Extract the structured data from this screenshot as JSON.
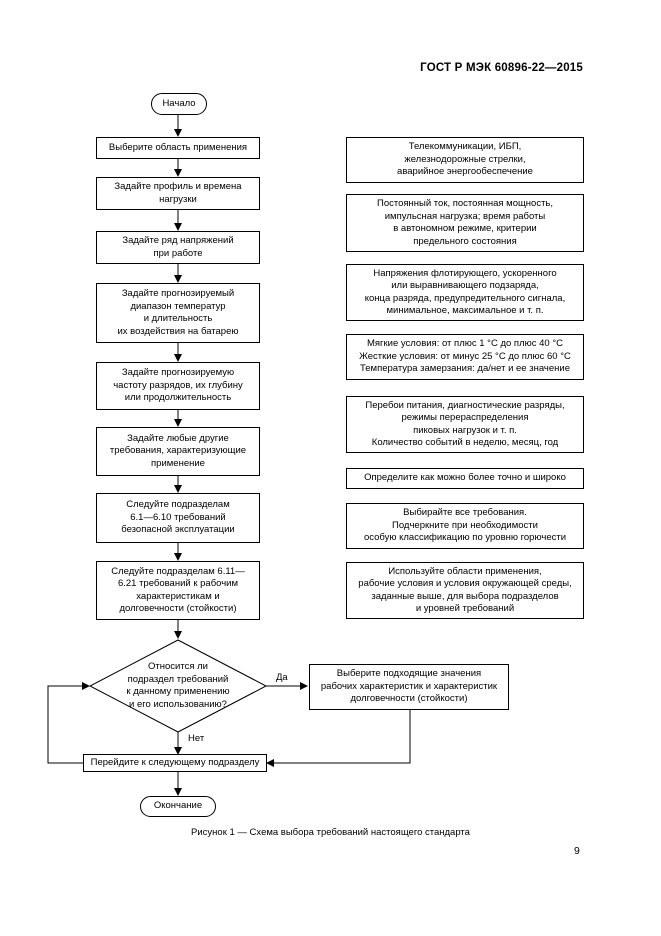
{
  "header": "ГОСТ Р МЭК 60896-22—2015",
  "flow": {
    "start": "Начало",
    "steps": [
      "Выберите область применения",
      "Задайте профиль и времена\nнагрузки",
      "Задайте ряд напряжений\nпри работе",
      "Задайте прогнозируемый\nдиапазон температур\nи длительность\nих воздействия на батарею",
      "Задайте прогнозируемую\nчастоту разрядов, их глубину\nили продолжительность",
      "Задайте любые другие\nтребования, характеризующие\nприменение",
      "Следуйте подразделам\n6.1—6.10 требований\nбезопасной эксплуатации",
      "Следуйте подразделам 6.11—\n6.21 требований к рабочим\nхарактеристикам и\nдолговечности (стойкости)"
    ],
    "decision": "Относится ли\nподраздел требований\nк данному применению\nи его использованию?",
    "yes_label": "Да",
    "no_label": "Нет",
    "yes_action": "Выберите подходящие значения\nрабочих характеристик и характеристик\nдолговечности (стойкости)",
    "next_step": "Перейдите к следующему подразделу",
    "end": "Окончание"
  },
  "notes": [
    "Телекоммуникации, ИБП,\nжелезнодорожные стрелки,\nаварийное энергообеспечение",
    "Постоянный ток, постоянная мощность,\nимпульсная нагрузка; время работы\nв автономном режиме, критерии\nпредельного состояния",
    "Напряжения флотирующего, ускоренного\nили выравнивающего подзаряда,\nконца разряда, предупредительного сигнала,\nминимальное, максимальное и т. п.",
    "Мягкие условия: от плюс 1 °С до плюс 40 °С\nЖесткие условия: от минус 25 °С до плюс 60 °С\nТемпература замерзания: да/нет и ее значение",
    "Перебои питания, диагностические разряды,\nрежимы перераспределения\nпиковых нагрузок и т. п.\nКоличество событий в неделю, месяц, год",
    "Определите как можно более точно и широко",
    "Выбирайте все требования.\nПодчеркните при необходимости\nособую классификацию по уровню горючести",
    "Используйте области применения,\nрабочие условия и условия окружающей среды,\nзаданные выше, для выбора подразделов\nи уровней требований"
  ],
  "caption": "Рисунок 1 — Схема выбора требований настоящего стандарта",
  "page_number": "9"
}
